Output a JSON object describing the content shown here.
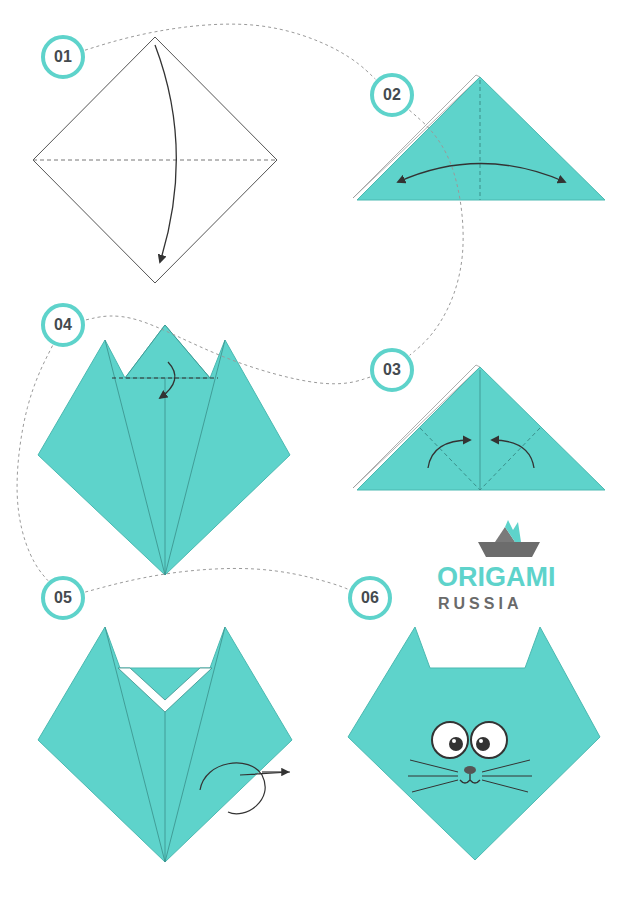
{
  "diagram": {
    "nodes": [
      {
        "text": [
          "01"
        ]
      },
      {
        "text": [
          "02"
        ]
      },
      {
        "text": [
          "03"
        ]
      },
      {
        "text": [
          "04"
        ]
      },
      {
        "text": [
          "05"
        ]
      },
      {
        "text": [
          "06"
        ]
      }
    ],
    "edges": [
      {
        "from": 0,
        "to": 1,
        "arrow": "none"
      },
      {
        "from": 1,
        "to": 2,
        "arrow": "none"
      },
      {
        "from": 2,
        "to": 3,
        "arrow": "none"
      },
      {
        "from": 3,
        "to": 4,
        "arrow": "none"
      },
      {
        "from": 4,
        "to": 5,
        "arrow": "none"
      }
    ],
    "labels": [
      "ORIGAMI",
      "RUSSIA"
    ]
  }
}
